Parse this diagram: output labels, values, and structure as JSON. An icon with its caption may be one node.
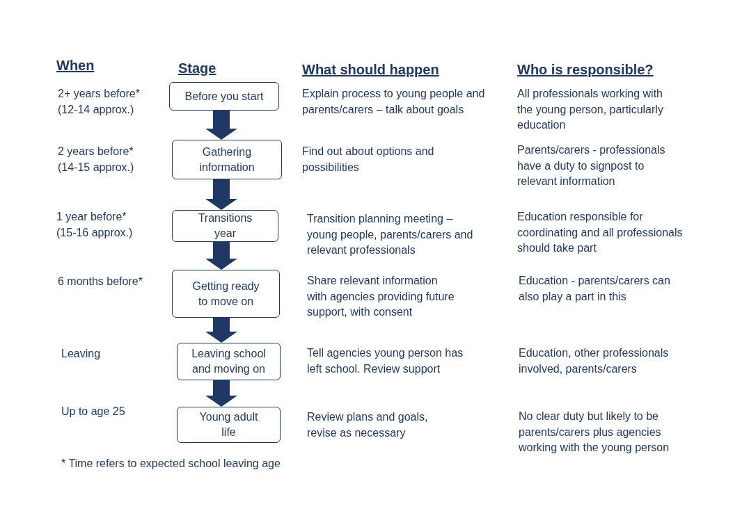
{
  "diagram": {
    "nodes": [
      {
        "text": [
          "Before you start"
        ]
      },
      {
        "text": [
          "Gathering information"
        ]
      },
      {
        "text": [
          "Transitions year"
        ]
      },
      {
        "text": [
          "Getting ready to move on"
        ]
      },
      {
        "text": [
          "Leaving school and moving on"
        ]
      },
      {
        "text": [
          "Young adult life"
        ]
      }
    ],
    "edges": [
      {
        "from": 0,
        "to": 1,
        "arrow": "to"
      },
      {
        "from": 1,
        "to": 2,
        "arrow": "to"
      },
      {
        "from": 2,
        "to": 3,
        "arrow": "to"
      },
      {
        "from": 3,
        "to": 4,
        "arrow": "to"
      },
      {
        "from": 4,
        "to": 5,
        "arrow": "to"
      }
    ],
    "labels": [
      "When",
      "Stage",
      "What should happen",
      "Who is responsible?",
      "2+ years before* (12-14 approx.)",
      "Explain process to young people and parents/carers – talk about goals",
      "All professionals working with the young person, particularly education",
      "2 years before* (14-15 approx.)",
      "Find out about options and possibilities",
      "Parents/carers - professionals have a duty to signpost to relevant information",
      "1 year before* (15-16 approx.)",
      "Transition planning meeting – young people, parents/carers and relevant professionals",
      "Education responsible for coordinating and all professionals should take part",
      "6 months before*",
      "Share relevant information with agencies providing future support, with consent",
      "Education - parents/carers can also play a part in this",
      "Leaving",
      "Tell agencies young person has left school. Review support",
      "Education, other professionals involved, parents/carers",
      "Up to age 25",
      "Review plans and goals, revise as necessary",
      "No clear duty but likely to be parents/carers plus agencies working with the young person",
      "* Time refers to expected school leaving age"
    ]
  }
}
